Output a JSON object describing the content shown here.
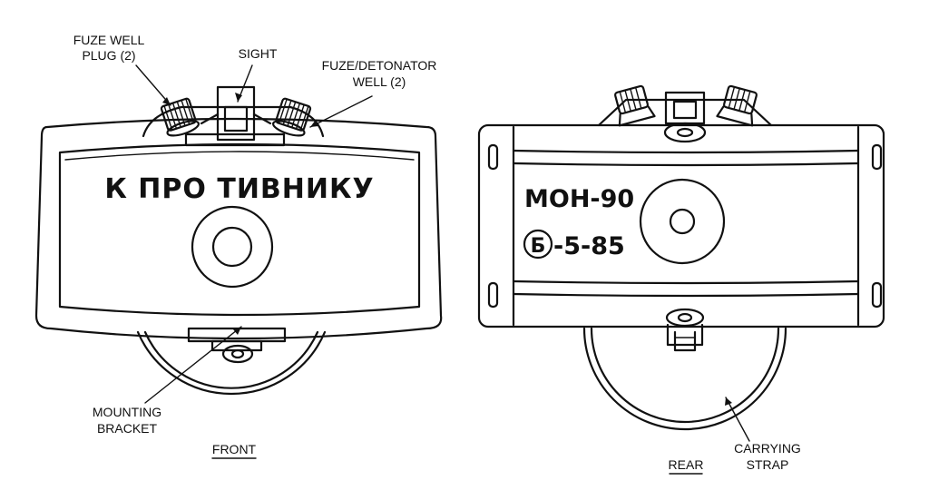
{
  "labels": {
    "fuze_well_plug": [
      "FUZE WELL",
      "PLUG (2)"
    ],
    "sight": "SIGHT",
    "fuze_detonator_well": [
      "FUZE/DETONATOR",
      "WELL (2)"
    ],
    "mounting_bracket": [
      "MOUNTING",
      "BRACKET"
    ],
    "carrying_strap": [
      "CARRYING",
      "STRAP"
    ]
  },
  "captions": {
    "front": "FRONT",
    "rear": "REAR"
  },
  "markings": {
    "front_text": "К ПРО ТИВНИКУ",
    "rear_model": "МОН-90",
    "rear_stamp_letter": "Б",
    "rear_stamp_code": "-5-85"
  },
  "icons": {
    "front_view": "mine-front-view",
    "rear_view": "mine-rear-view"
  }
}
